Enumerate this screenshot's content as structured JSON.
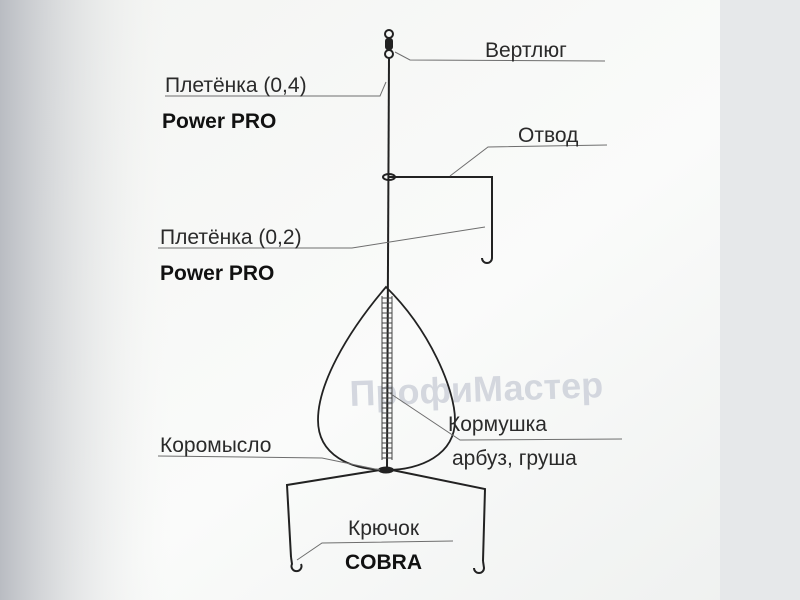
{
  "watermark": "ПрофиМастер",
  "labels": {
    "swivel": "Вертлюг",
    "braid_main": "Плетёнка (0,4)",
    "braid_main_brand": "Power PRO",
    "branch": "Отвод",
    "braid_leader": "Плетёнка (0,2)",
    "braid_leader_brand": "Power PRO",
    "feeder": "Кормушка",
    "feeder_type": "арбуз, груша",
    "rocker": "Коромысло",
    "hook": "Крючок",
    "hook_brand": "COBRA"
  },
  "colors": {
    "paper_light": "#fafbfa",
    "paper_shadow": "#d7dade",
    "ink": "#222222",
    "watermark": "#c8ccd6"
  }
}
